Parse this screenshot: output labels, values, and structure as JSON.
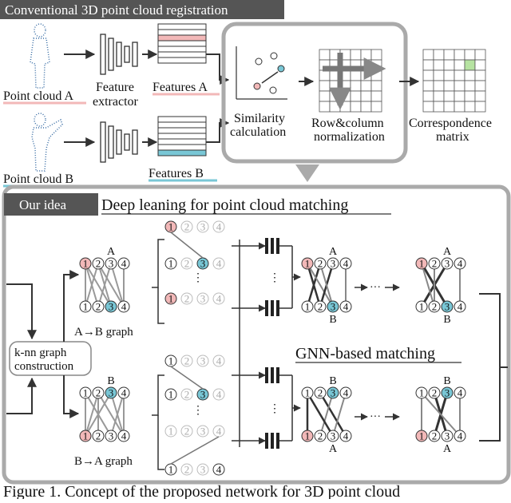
{
  "top": {
    "title": "Conventional 3D point cloud registration",
    "point_cloud_a": "Point cloud A",
    "point_cloud_b": "Point cloud B",
    "feature_extractor_line1": "Feature",
    "feature_extractor_line2": "extractor",
    "features_a": "Features A",
    "features_b": "Features B",
    "similarity_line1": "Similarity",
    "similarity_line2": "calculation",
    "rowcol_line1": "Row&column",
    "rowcol_line2": "normalization",
    "correspondence_line1": "Correspondence",
    "correspondence_line2": "matrix"
  },
  "bottom": {
    "tag": "Our idea",
    "title": "Deep leaning for point cloud matching",
    "knn_line1": "k-nn graph",
    "knn_line2": "construction",
    "a_to_b": "A→B graph",
    "b_to_a": "B→A graph",
    "gnn": "GNN-based matching",
    "label_a": "A",
    "label_b": "B",
    "dots": "···",
    "vdots": "⋮",
    "nodes": [
      "①",
      "②",
      "③",
      "④"
    ]
  },
  "caption": "Figure 1.  Concept of the proposed network for 3D point cloud",
  "colors": {
    "pink": "#f2b8b8",
    "cyan": "#79c7d6",
    "green": "#b6e3a1",
    "dark_tag": "#555555",
    "frame": "#aaaaaa"
  }
}
